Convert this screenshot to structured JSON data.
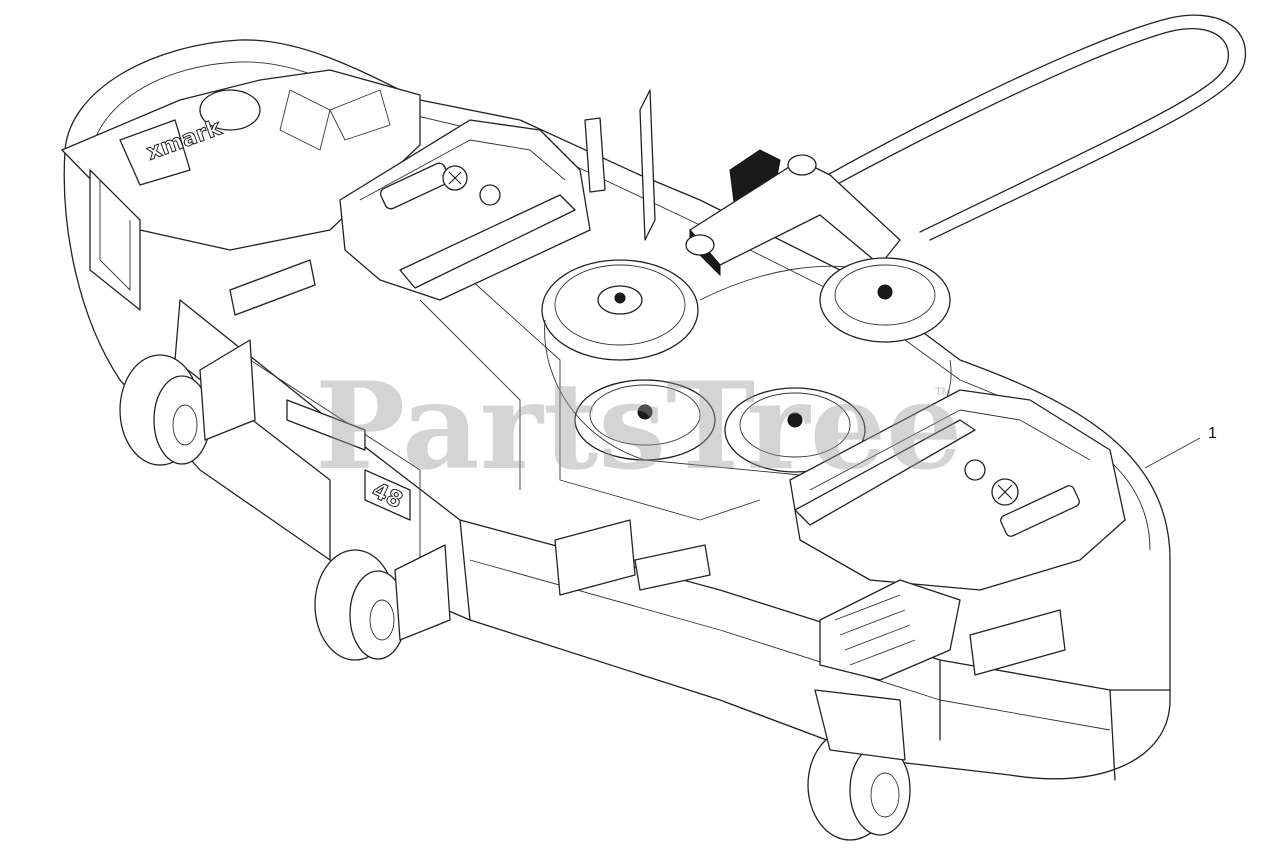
{
  "callouts": [
    {
      "number": "1"
    }
  ],
  "watermark": {
    "text": "PartsTree",
    "trademark": "TM"
  },
  "deck_numbers": {
    "size": "48"
  },
  "colors": {
    "line": "#222222",
    "watermark": "#9a9a9a",
    "background": "#ffffff"
  }
}
